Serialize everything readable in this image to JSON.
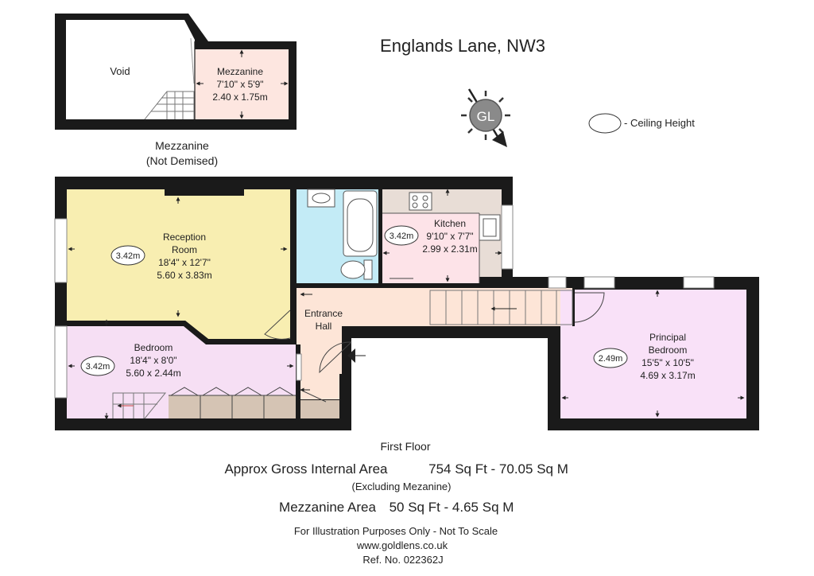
{
  "title": "Englands Lane, NW3",
  "logo": {
    "text": "GL",
    "icon": "compass-north-arrow-icon"
  },
  "legend": {
    "text": "- Ceiling Height"
  },
  "mezzanine_plan": {
    "void_label": "Void",
    "room": {
      "name": "Mezzanine",
      "imperial": "7'10\" x 5'9\"",
      "metric": "2.40 x 1.75m"
    },
    "caption_line1": "Mezzanine",
    "caption_line2": "(Not Demised)"
  },
  "rooms": {
    "reception": {
      "name_line1": "Reception",
      "name_line2": "Room",
      "imperial": "18'4\" x 12'7\"",
      "metric": "5.60 x 3.83m",
      "ceiling": "3.42m",
      "color": "#f8eeb1"
    },
    "bedroom": {
      "name": "Bedroom",
      "imperial": "18'4\" x 8'0\"",
      "metric": "5.60 x 2.44m",
      "ceiling": "3.42m",
      "color": "#f6dff4"
    },
    "kitchen": {
      "name": "Kitchen",
      "imperial": "9'10\" x 7'7\"",
      "metric": "2.99 x 2.31m",
      "ceiling": "3.42m",
      "color": "#e8ddd6"
    },
    "entrance": {
      "name_line1": "Entrance",
      "name_line2": "Hall",
      "color": "#fde5d7"
    },
    "principal": {
      "name_line1": "Principal",
      "name_line2": "Bedroom",
      "imperial": "15'5\" x 10'5\"",
      "metric": "4.69 x 3.17m",
      "ceiling": "2.49m",
      "color": "#f9e1f8"
    },
    "bathroom": {
      "color": "#c3ebf6"
    }
  },
  "footer": {
    "floor": "First Floor",
    "gia_label": "Approx Gross Internal Area",
    "gia_value": "754 Sq Ft  - 70.05 Sq M",
    "gia_note": "(Excluding Mezanine)",
    "mezz_label": "Mezzanine Area",
    "mezz_value": "50 Sq Ft  - 4.65 Sq M",
    "disclaimer": "For Illustration Purposes Only - Not To Scale",
    "website": "www.goldlens.co.uk",
    "ref": "Ref. No. 022362J"
  }
}
